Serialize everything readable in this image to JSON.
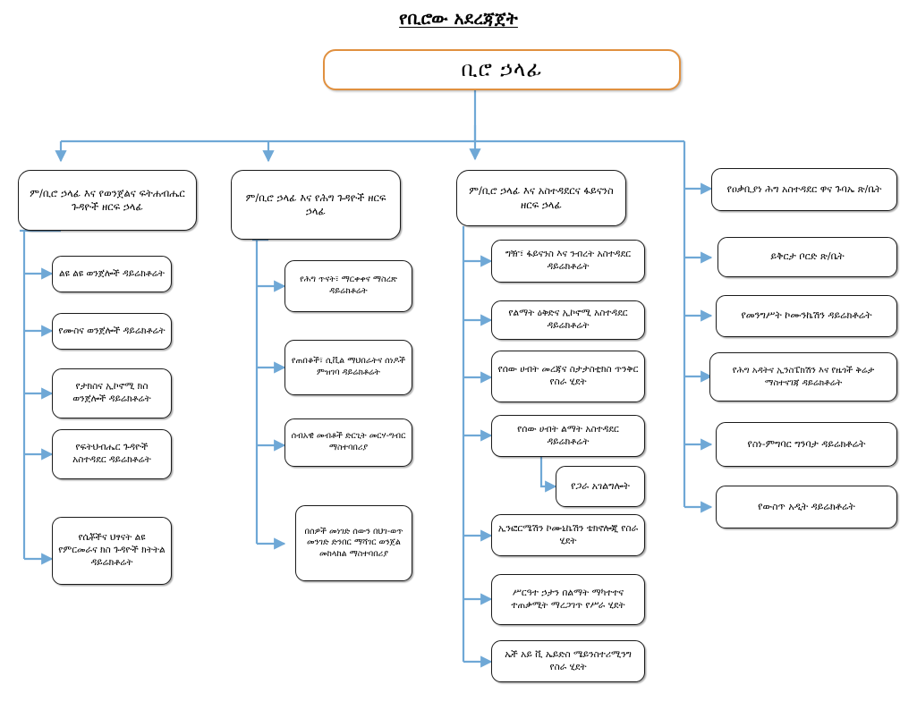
{
  "chart_data": {
    "type": "diagram",
    "title": "የቢሮው አደረጃጀት",
    "diagram_kind": "organizational-chart",
    "orientation": "top-down",
    "accent_color": "#e0903f",
    "connector_color": "#6fa8d6",
    "node_border_color": "#1a1a1a",
    "levels": 3,
    "node_count": 27
  },
  "title": "የቢሮው አደረጃጀት",
  "root": {
    "label": "ቢሮ ኃላፊ"
  },
  "branches": [
    {
      "id": "branch-criminal-civil",
      "header": "ም/ቢሮ ኃላፊ እና የወንጀልና ፍትሐብሔር ጉዳዮች ዘርፍ ኃላፊ",
      "children": [
        "ልዩ ልዩ ወንጀሎች ዳይሬክቶሬት",
        "የሙስና ወንጀሎች ዳይሬክቶሬት",
        "የታክስና ኢኮኖሚ ክስ ወንጀሎች ዳይሬክቶሬት",
        "የፍትህብሔር ጉዳዮች አስተዳደር ዳይሬክቶሬት",
        "የሴቾችና ህፃናት ልዩ የምርመራና ክስ ጉዳዮች ክትትል ዳይሬክቶሬት"
      ]
    },
    {
      "id": "branch-legal-affairs",
      "header": "ም/ቢሮ ኃላፊ እና የሕግ ጉዳዮች ዘርፍ ኃላፊ",
      "children": [
        "የሕግ ጥናት፣ ማርቀቀና ማስረጽ ዳይሬክቶሬት",
        "የጠበቆች፣ ሲቪል ማህበራትና ሰነዶች ምዝገባ ዳይሬክቶሬት",
        "ሰብአዊ መብቶች ድርጊት መርሃ-ግብር ማስተባበሪያ",
        "በሰዎች መነገድ ሰውን በህገ-ወጥ መንገድ ድንበር ማሻገር ወንጀል መከላከል ማስተባበሪያ"
      ]
    },
    {
      "id": "branch-admin-finance",
      "header": "ም/ቢሮ ኃላፊ እና አስተዳደርና ፋይናንስ ዘርፍ ኃላፊ",
      "children": [
        "ግዥ፣ ፋይናንስ እና ንብረት አስተዳደር ዳይሬክቶሬት",
        "የልማት ዕቅድና ኢኮኖሚ አስተዳደር ዳይሬክቶሬት",
        "የሰው ሀብት መረጃና ስታታስቲክስ ጥንቅር የስራ ሂደት",
        "የሰው ሀብት ልማት አስተዳደር ዳይሬክቶሬት",
        "ኢንፎርሜሽን ኮሙኒኬሽን ቴክኖሎጂ የስራ ሂደት",
        "ሥርዓተ ኃታን በልማት ማካተተና ተጠቃሚት ማረጋገጥ የሥራ ሂደት",
        "ኤች አይ ቪ ኤይድስ ሜይንስተሪሚንግ የስራ ሂደት"
      ],
      "sub_node": {
        "parent_index": 3,
        "label": "የጋራ አገልግሎት"
      }
    }
  ],
  "direct_units": [
    "የዐቃቢያነ ሕግ አስተዳደር ዋና ጉባኤ ጽ/ቤት",
    "ይቅርታ ቦርድ ጽ/ቤት",
    "የመንግሥት ኮሙንኬሽን ዳይሬክቶሬት",
    "የሕግ አዳትና ኢንስፔክሽን እና የዜጎች ቅሬታ ማስተናገጃ ዳይሬክቶሬት",
    "የስነ-ምግባር ግንባታ ዳይሬክቶሬት",
    "የውስጥ አዲት ዳይሬክቶሬት"
  ]
}
